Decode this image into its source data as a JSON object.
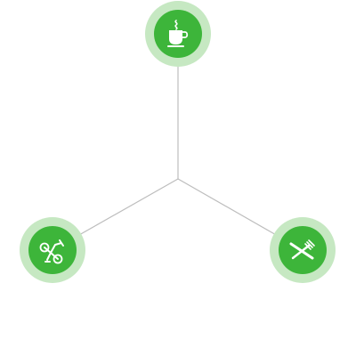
{
  "colors": {
    "background": "#ffffff",
    "node_fill": "#3db53a",
    "node_halo": "#c6e8c2",
    "icon": "#ffffff",
    "connector": "#bdbdbd"
  },
  "nodes": [
    {
      "id": "coffee",
      "icon": "coffee-cup-icon"
    },
    {
      "id": "cycling",
      "icon": "bicycle-icon"
    },
    {
      "id": "dining",
      "icon": "fork-knife-icon"
    }
  ]
}
